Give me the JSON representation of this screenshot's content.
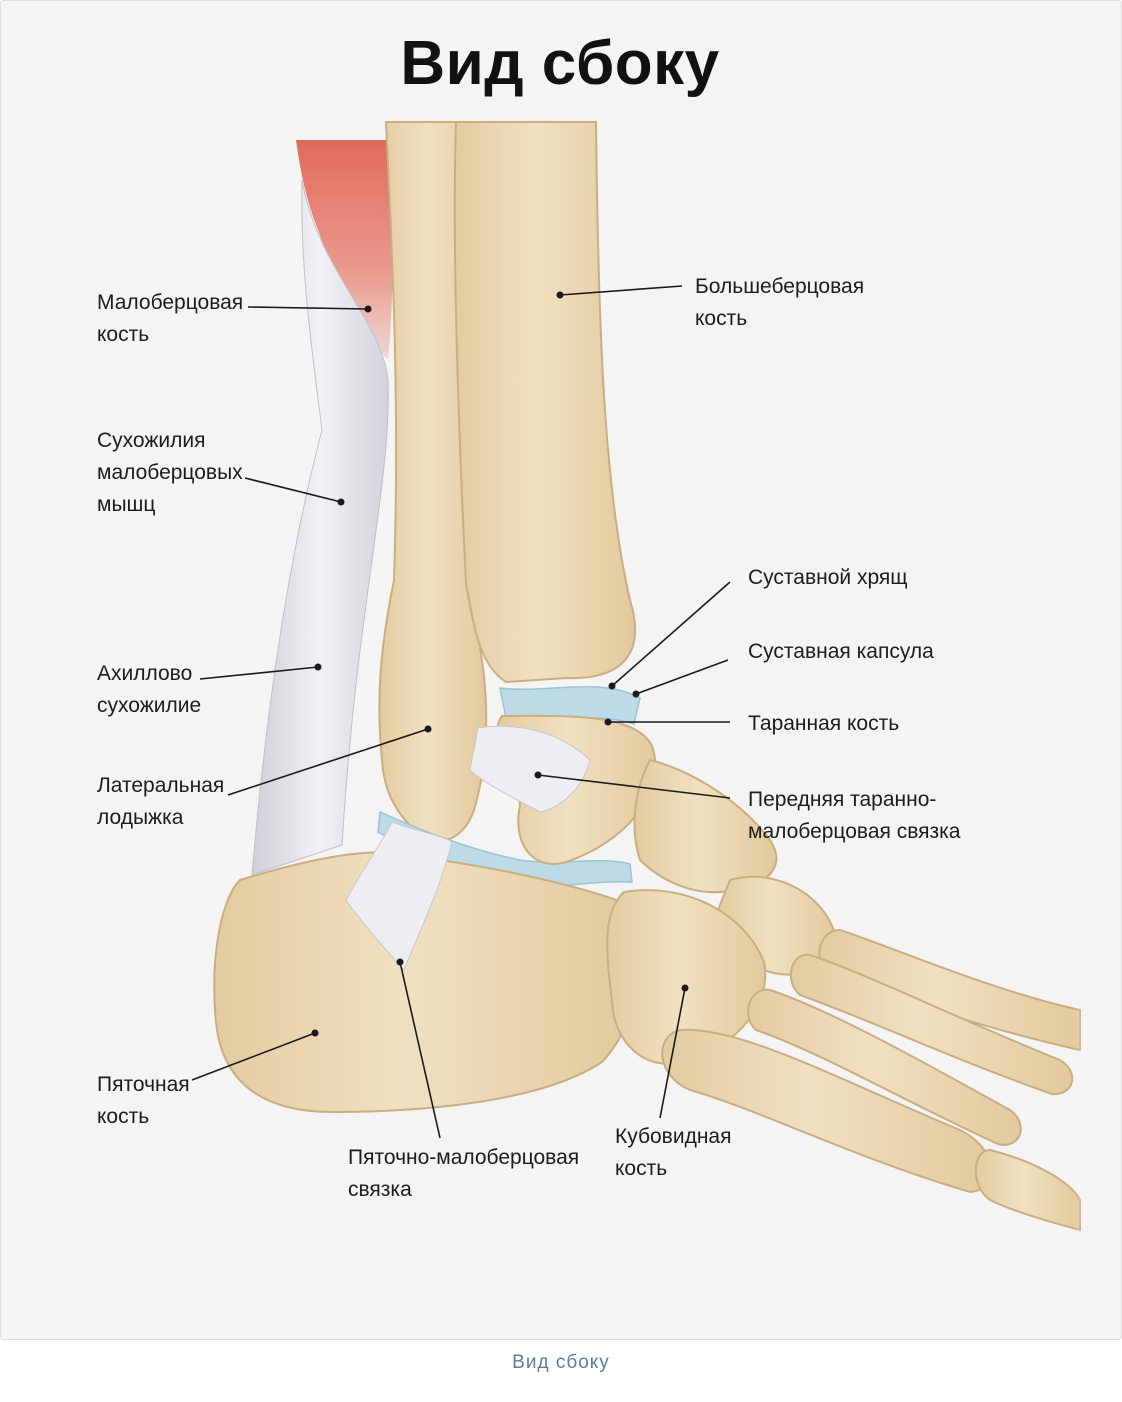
{
  "title": "Вид сбоку",
  "caption": "Вид  сбоку",
  "labels": {
    "fibula": [
      "Малоберцовая",
      "кость"
    ],
    "tibia": [
      "Большеберцовая",
      "кость"
    ],
    "peroneal_tendons": [
      "Сухожилия",
      "малоберцовых",
      "мышц"
    ],
    "articular_cartilage": [
      "Суставной хрящ"
    ],
    "joint_capsule": [
      "Суставная капсула"
    ],
    "achilles": [
      "Ахиллово",
      "сухожилие"
    ],
    "talus": [
      "Таранная кость"
    ],
    "lateral_malleolus": [
      "Латеральная",
      "лодыжка"
    ],
    "atfl": [
      "Передняя таранно-",
      "малоберцовая связка"
    ],
    "calcaneus": [
      "Пяточная",
      "кость"
    ],
    "cfl": [
      "Пяточно-малоберцовая",
      "связка"
    ],
    "cuboid": [
      "Кубовидная",
      "кость"
    ]
  },
  "colors": {
    "bone": "#ecd8b2",
    "bone_edge": "#c9ae82",
    "cartilage": "#bcdbe6",
    "muscle": "#e0796b",
    "tendon": "#e2e3e9",
    "background": "#f4f4f4"
  }
}
